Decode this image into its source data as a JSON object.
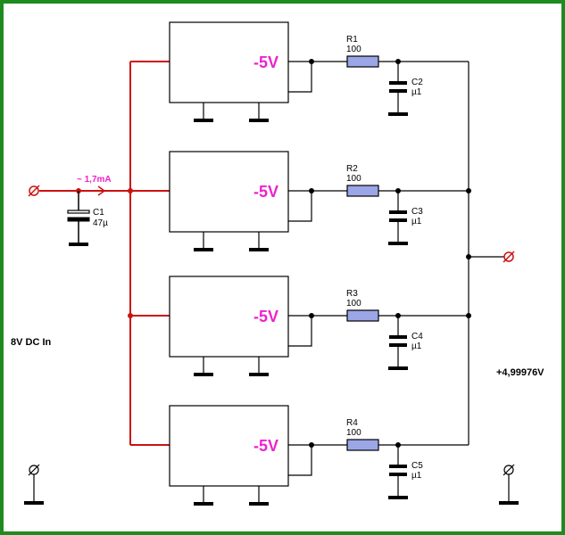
{
  "colors": {
    "frame": "#1f8a1f",
    "input_wire": "#cc1111",
    "wire": "#000000",
    "regulator_label": "#ee22cc",
    "resistor_fill": "#9aa6e6",
    "terminal": "#cc1111"
  },
  "input": {
    "label": "8V DC In",
    "current": "~ 1,7mA",
    "capacitor": {
      "name": "C1",
      "value": "47µ"
    }
  },
  "output": {
    "label": "+4,99976V"
  },
  "stages": [
    {
      "regulator": "-5V",
      "resistor": {
        "name": "R1",
        "value": "100"
      },
      "capacitor": {
        "name": "C2",
        "value": "µ1"
      }
    },
    {
      "regulator": "-5V",
      "resistor": {
        "name": "R2",
        "value": "100"
      },
      "capacitor": {
        "name": "C3",
        "value": "µ1"
      }
    },
    {
      "regulator": "-5V",
      "resistor": {
        "name": "R3",
        "value": "100"
      },
      "capacitor": {
        "name": "C4",
        "value": "µ1"
      }
    },
    {
      "regulator": "-5V",
      "resistor": {
        "name": "R4",
        "value": "100"
      },
      "capacitor": {
        "name": "C5",
        "value": "µ1"
      }
    }
  ]
}
